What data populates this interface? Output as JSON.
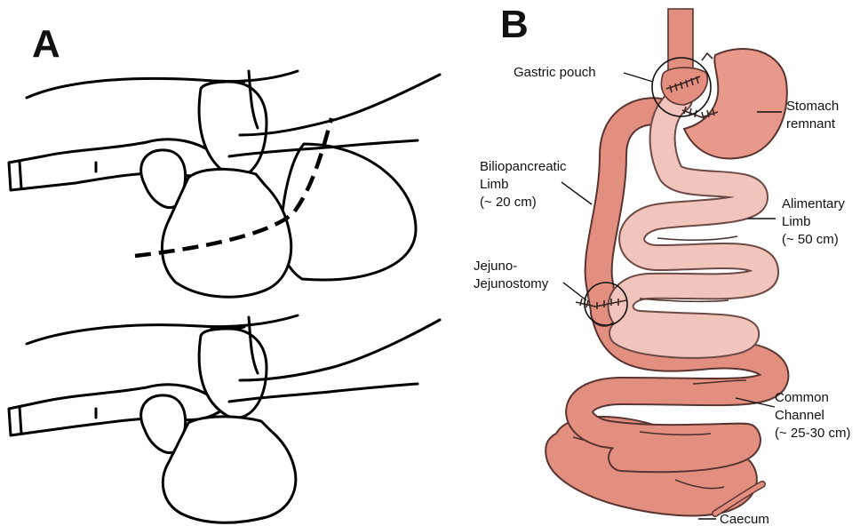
{
  "panels": {
    "a": {
      "letter": "A"
    },
    "b": {
      "letter": "B",
      "labels": {
        "gastric_pouch": "Gastric pouch",
        "stomach_remnant_1": "Stomach",
        "stomach_remnant_2": "remnant",
        "biliopancreatic_1": "Biliopancreatic",
        "biliopancreatic_2": "Limb",
        "biliopancreatic_3": "(~ 20 cm)",
        "alimentary_1": "Alimentary",
        "alimentary_2": "Limb",
        "alimentary_3": "(~ 50 cm)",
        "jejuno_1": "Jejuno-",
        "jejuno_2": "Jejunostomy",
        "common_1": "Common",
        "common_2": "Channel",
        "common_3": "(~ 25-30 cm)",
        "caecum": "Caecum"
      }
    }
  },
  "colors": {
    "biliopancreatic_and_common": "#e28f80",
    "alimentary": "#f2c5bc",
    "stomach": "#e8998a",
    "outline": "#000000"
  }
}
